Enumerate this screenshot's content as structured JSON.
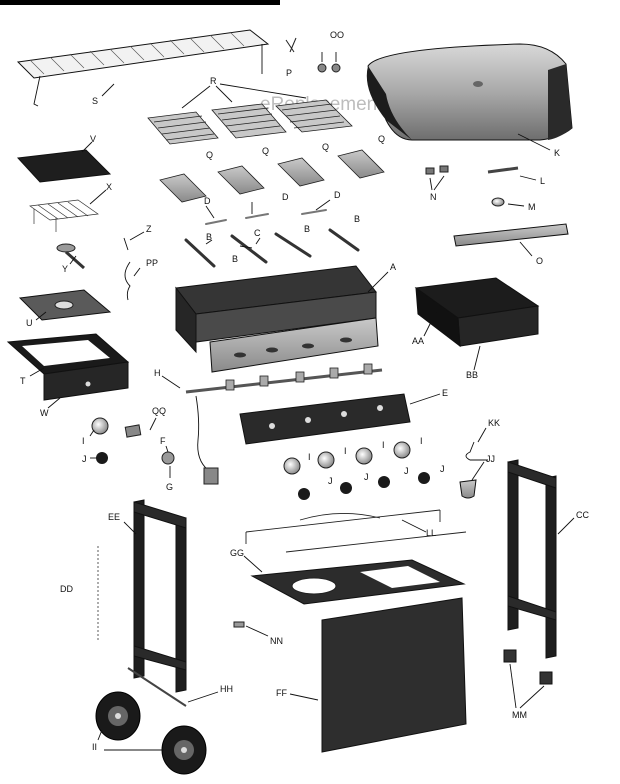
{
  "watermark": "eReplacementParts.com",
  "labels": {
    "A": "A",
    "AA": "AA",
    "B": "B",
    "BB": "BB",
    "C": "C",
    "CC": "CC",
    "D": "D",
    "DD": "DD",
    "E": "E",
    "EE": "EE",
    "F": "F",
    "FF": "FF",
    "G": "G",
    "GG": "GG",
    "H": "H",
    "HH": "HH",
    "I": "I",
    "II": "II",
    "J": "J",
    "JJ": "JJ",
    "K": "K",
    "KK": "KK",
    "L": "L",
    "LL": "LL",
    "M": "M",
    "MM": "MM",
    "N": "N",
    "NN": "NN",
    "O": "O",
    "OO": "OO",
    "P": "P",
    "PP": "PP",
    "Q": "Q",
    "QQ": "QQ",
    "R": "R",
    "S": "S",
    "T": "T",
    "U": "U",
    "V": "V",
    "W": "W",
    "X": "X",
    "Y": "Y",
    "Z": "Z"
  }
}
